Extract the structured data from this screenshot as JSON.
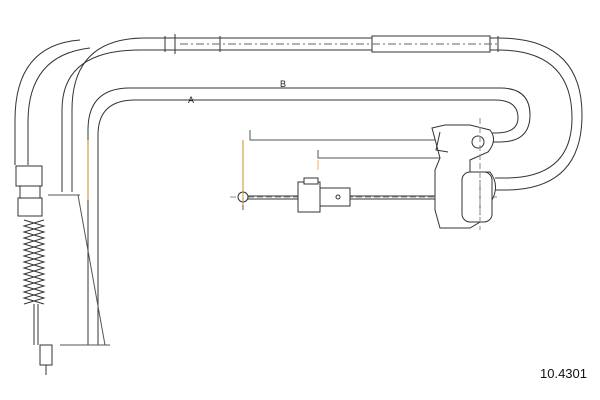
{
  "diagram": {
    "dimension_a_label": "A",
    "dimension_b_label": "B",
    "part_number": "10.4301"
  }
}
